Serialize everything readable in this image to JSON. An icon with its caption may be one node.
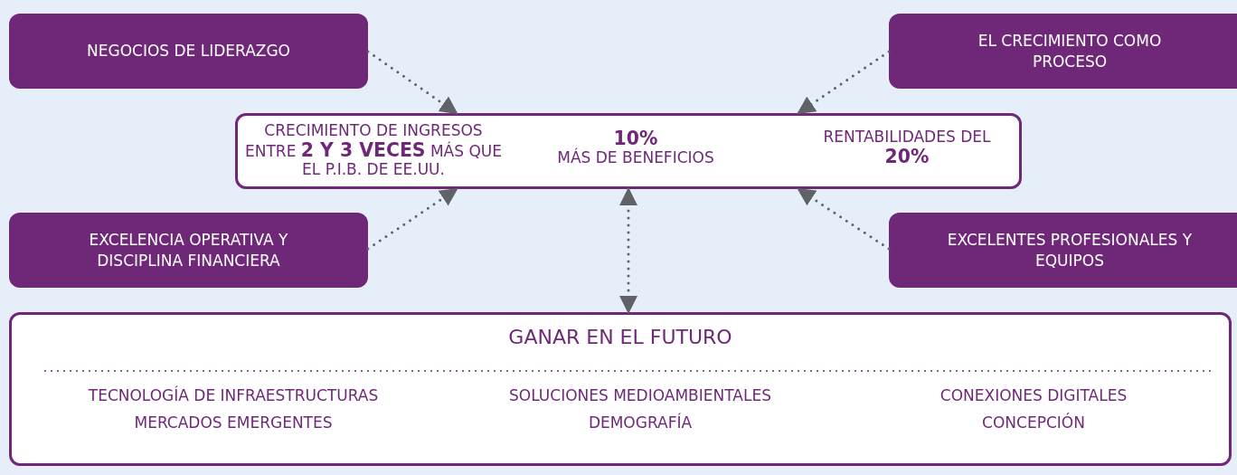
{
  "diagram": {
    "nodes": [
      {
        "text": [
          "NEGOCIOS DE LIDERAZGO"
        ]
      },
      {
        "text": [
          "EL CRECIMIENTO COMO PROCESO"
        ]
      },
      {
        "text": [
          "CRECIMIENTO DE INGRESOS ENTRE **2 Y 3 VECES** MÁS QUE EL P.I.B. DE EE.UU.",
          "**10%** MÁS DE BENEFICIOS",
          "RENTABILIDADES DEL **20%**"
        ]
      },
      {
        "text": [
          "EXCELENCIA OPERATIVA Y DISCIPLINA FINANCIERA"
        ]
      },
      {
        "text": [
          "EXCELENTES PROFESIONALES Y EQUIPOS"
        ]
      },
      {
        "text": [
          "GANAR EN EL FUTURO",
          "TECNOLOGÍA DE INFRAESTRUCTURAS",
          "SOLUCIONES MEDIOAMBIENTALES",
          "CONEXIONES DIGITALES",
          "MERCADOS EMERGENTES",
          "DEMOGRAFÍA",
          "CONCEPCIÓN"
        ]
      }
    ],
    "edges": [
      {
        "from": 0,
        "to": 2,
        "arrow": "to",
        "style": "dashed"
      },
      {
        "from": 1,
        "to": 2,
        "arrow": "to",
        "style": "dashed"
      },
      {
        "from": 3,
        "to": 2,
        "arrow": "to",
        "style": "dashed"
      },
      {
        "from": 4,
        "to": 2,
        "arrow": "to",
        "style": "dashed"
      },
      {
        "from": 2,
        "to": 5,
        "arrow": "both",
        "style": "dashed"
      }
    ]
  }
}
